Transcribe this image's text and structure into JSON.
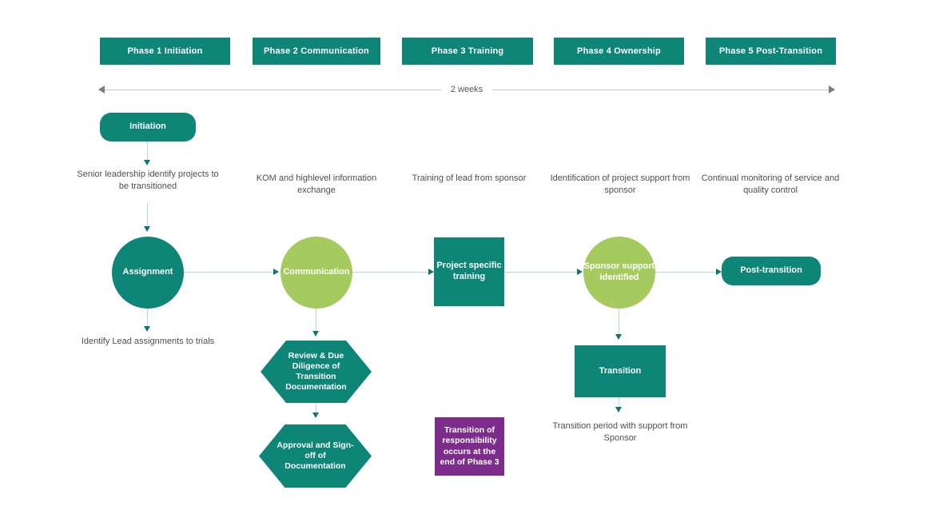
{
  "colors": {
    "teal": "#0d8577",
    "green": "#a5ca5d",
    "purple": "#7c2d8c",
    "arrowhead_teal": "#0f7669",
    "connector_line": "#b9d8d4",
    "note_text": "#4f4f4f",
    "timeline_line": "#c6c6c6"
  },
  "phases": [
    {
      "label": "Phase 1 Initiation"
    },
    {
      "label": "Phase 2 Communication"
    },
    {
      "label": "Phase 3 Training"
    },
    {
      "label": "Phase 4 Ownership"
    },
    {
      "label": "Phase 5 Post-Transition"
    }
  ],
  "timeline": {
    "label": "2 weeks"
  },
  "flow": {
    "initiation": {
      "label": "Initiation",
      "note": "Senior leadership identify projects to be transitioned"
    },
    "assignment": {
      "label": "Assignment",
      "note": "Identify Lead assignments to trials"
    },
    "communication": {
      "label": "Communication",
      "note": "KOM and highlevel information exchange"
    },
    "review_hexagon": {
      "label": "Review & Due Diligence of Transition Documentation"
    },
    "approval_hexagon": {
      "label": "Approval and Sign-off of Documentation"
    },
    "training": {
      "label": "Project specific training",
      "note": "Training of lead from sponsor"
    },
    "phase3_callout": {
      "label": "Transition of responsibility occurs at the end of Phase 3"
    },
    "sponsor": {
      "label": "Sponsor support identified",
      "note": "Identification of project support from sponsor"
    },
    "transition": {
      "label": "Transition",
      "note": "Transition period with support from Sponsor"
    },
    "post_transition": {
      "label": "Post-transition",
      "note": "Continual monitoring of service and quality control"
    }
  }
}
